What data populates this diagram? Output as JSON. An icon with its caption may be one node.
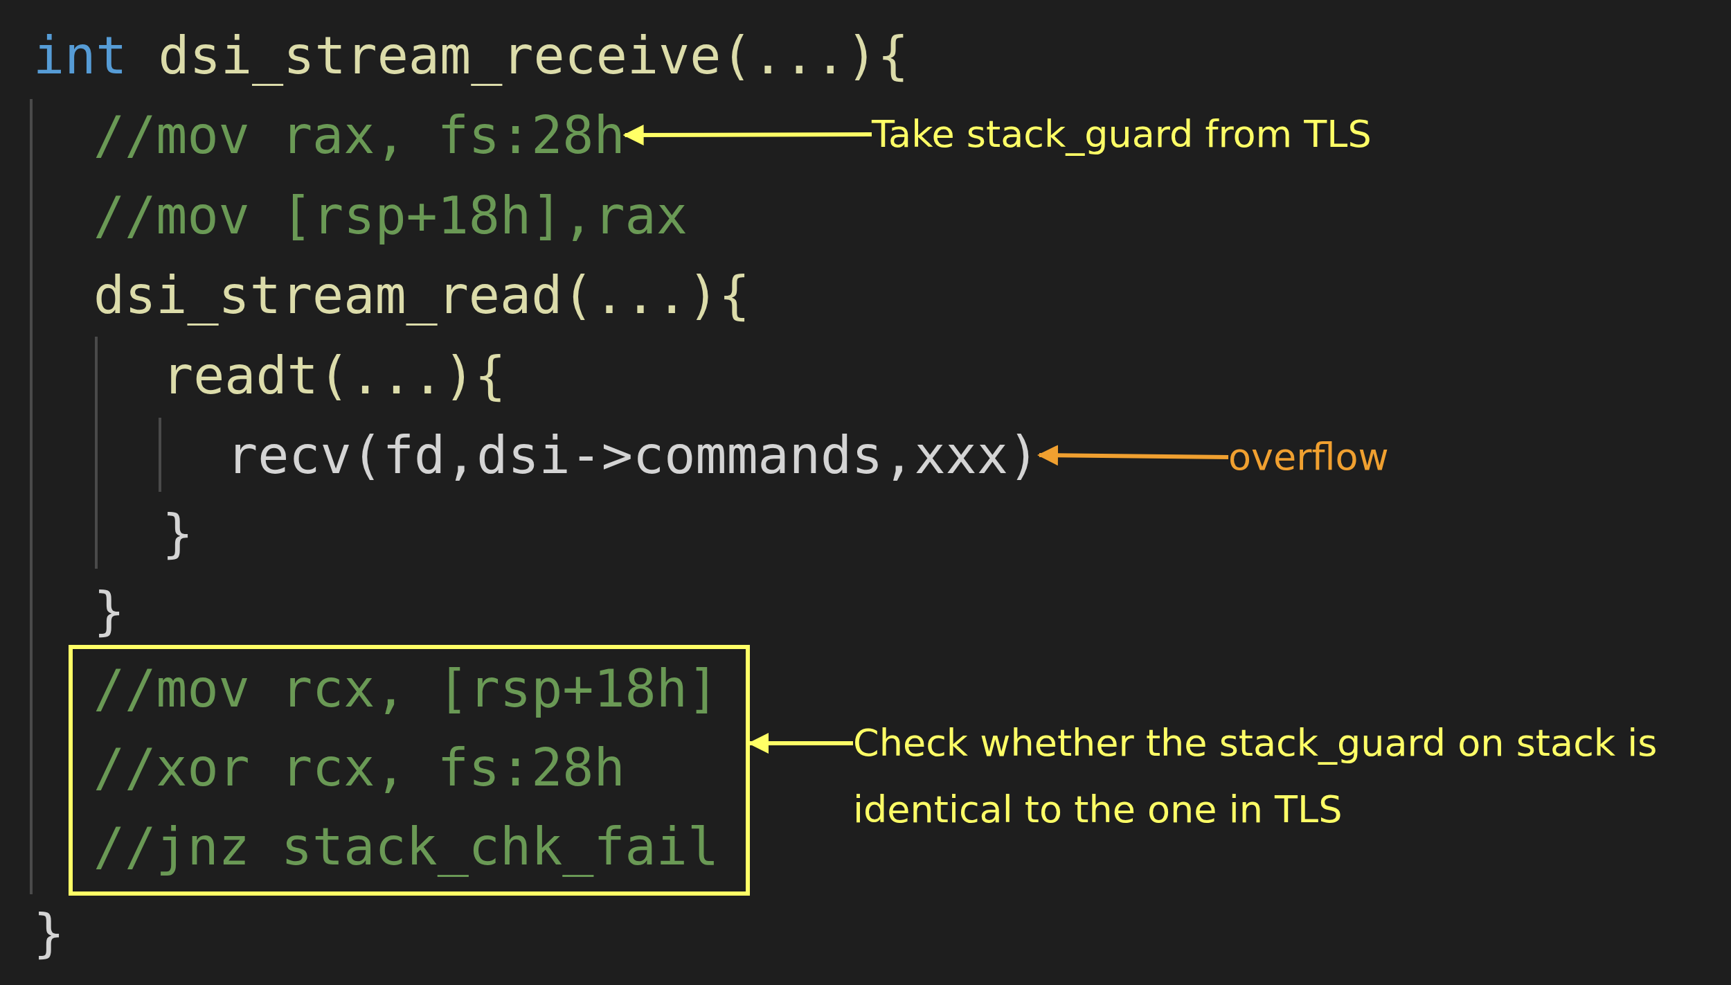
{
  "diagram": {
    "nodes": [
      {
        "text": [
          "//mov rax, fs:28h"
        ]
      },
      {
        "text": [
          "Take stack_guard from TLS"
        ]
      },
      {
        "text": [
          "recv(fd,dsi->commands,xxx)"
        ]
      },
      {
        "text": [
          "overflow"
        ]
      },
      {
        "text": [
          "//mov rcx, [rsp+18h]",
          "//xor rcx, fs:28h",
          "//jnz stack_chk_fail"
        ]
      },
      {
        "text": [
          "Check whether the stack_guard on stack is identical to the one in TLS"
        ]
      }
    ],
    "edges": [
      {
        "from": 1,
        "to": 0,
        "arrow": "to"
      },
      {
        "from": 3,
        "to": 2,
        "arrow": "to",
        "color": "#f0a030"
      },
      {
        "from": 5,
        "to": 4,
        "arrow": "to"
      }
    ],
    "labels": [
      "int dsi_stream_receive(...){",
      "//mov [rsp+18h],rax",
      "dsi_stream_read(...){",
      "readt(...){",
      "}",
      "}",
      "}"
    ]
  }
}
